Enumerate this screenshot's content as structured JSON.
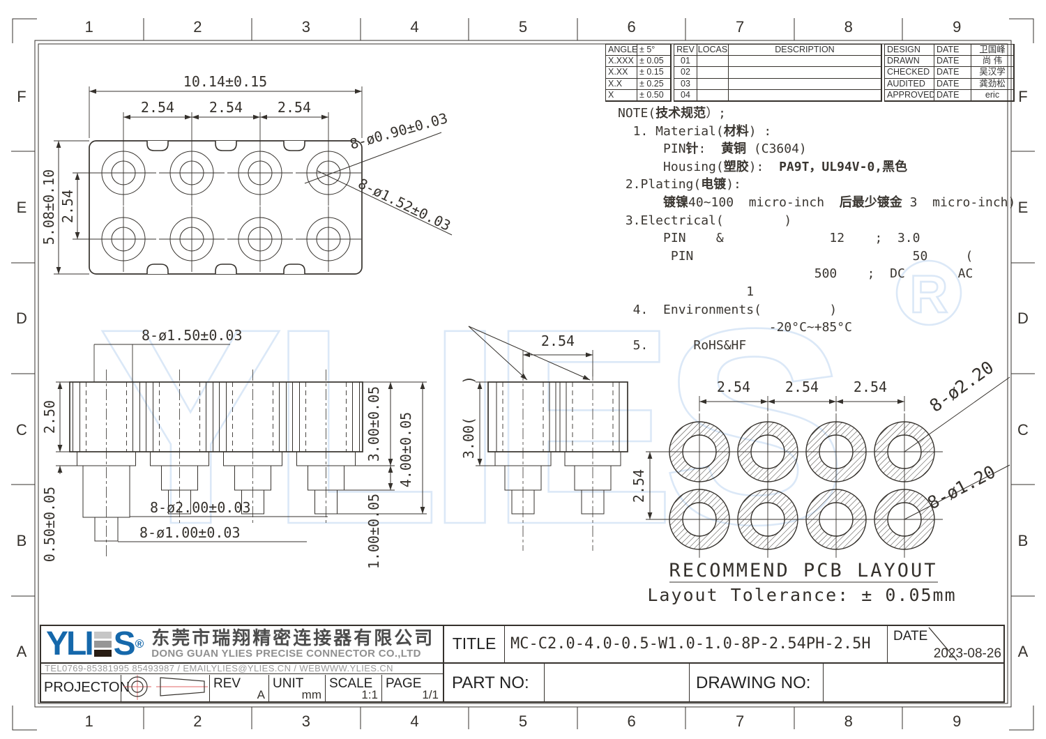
{
  "page": {
    "bg": "#ffffff",
    "line_color": "#35312c",
    "accent_blue": "#1568ab",
    "watermark_color": "#dbe8f7",
    "red_centerline": "#e06666"
  },
  "zones": {
    "cols": [
      "1",
      "2",
      "3",
      "4",
      "5",
      "6",
      "7",
      "8",
      "9"
    ],
    "rows": [
      "F",
      "E",
      "D",
      "C",
      "B",
      "A"
    ]
  },
  "watermark": {
    "text": "YLIES",
    "reg": "R"
  },
  "tol_table": {
    "left_rows": [
      [
        "ANGLE",
        "± 5°"
      ],
      [
        "X.XXX",
        "± 0.05"
      ],
      [
        "X.XX",
        "± 0.15"
      ],
      [
        "X.X",
        "± 0.25"
      ],
      [
        "X",
        "± 0.50"
      ]
    ],
    "mid_rows": [
      [
        "REV",
        "LOCAS",
        "DESCRIPTION"
      ],
      [
        "01",
        "",
        ""
      ],
      [
        "02",
        "",
        ""
      ],
      [
        "03",
        "",
        ""
      ],
      [
        "04",
        "",
        ""
      ]
    ],
    "right_rows": [
      [
        "DESIGN",
        "DATE",
        "卫国峰"
      ],
      [
        "DRAWN",
        "DATE",
        "尚 伟"
      ],
      [
        "CHECKED",
        "DATE",
        "吴汉学"
      ],
      [
        "AUDITED",
        "DATE",
        "龚劲松"
      ],
      [
        "APPROVED",
        "DATE",
        "eric"
      ]
    ]
  },
  "notes": {
    "lines": [
      [
        {
          "t": "NOTE(",
          "b": false
        },
        {
          "t": "技术规范",
          "b": true
        },
        {
          "t": "）;",
          "b": false
        }
      ],
      [
        {
          "t": "  1. Material(",
          "b": false
        },
        {
          "t": "材料",
          "b": true
        },
        {
          "t": ") :",
          "b": false
        }
      ],
      [
        {
          "t": "      PIN",
          "b": false
        },
        {
          "t": "针",
          "b": true
        },
        {
          "t": ":  ",
          "b": false
        },
        {
          "t": "黄铜",
          "b": true
        },
        {
          "t": " (C3604)",
          "b": false
        }
      ],
      [
        {
          "t": "      Housing(",
          "b": false
        },
        {
          "t": "塑胶",
          "b": true
        },
        {
          "t": "):  ",
          "b": false
        },
        {
          "t": "PA9T，UL94V-0,黑色",
          "b": true
        }
      ],
      [
        {
          "t": " 2.Plating(",
          "b": false
        },
        {
          "t": "电镀",
          "b": true
        },
        {
          "t": "):",
          "b": false
        }
      ],
      [
        {
          "t": "      ",
          "b": false
        },
        {
          "t": "镀镍",
          "b": true
        },
        {
          "t": "40~100  micro-inch  ",
          "b": false
        },
        {
          "t": "后最少镀金",
          "b": true
        },
        {
          "t": " 3  micro-inch)",
          "b": false
        }
      ],
      [
        {
          "t": " 3.Electrical(        )",
          "b": false
        }
      ],
      [
        {
          "t": "      PIN    &              12    ;  3.0",
          "b": false
        }
      ],
      [
        {
          "t": "       PIN                             50     (",
          "b": false
        }
      ],
      [
        {
          "t": "                          500    ;  DC       AC",
          "b": false
        }
      ],
      [
        {
          "t": "                 1",
          "b": false
        }
      ],
      [
        {
          "t": "  4.  Environments(         )",
          "b": false
        }
      ],
      [
        {
          "t": "                    -20°C~+85°C",
          "b": false
        }
      ],
      [
        {
          "t": "  5.      RoHS&HF",
          "b": false
        }
      ]
    ]
  },
  "top_view": {
    "overall_width": "10.14±0.15",
    "pitch1": "2.54",
    "pitch2": "2.54",
    "pitch3": "2.54",
    "overall_height": "5.08±0.10",
    "row_pitch": "2.54",
    "lead_small": "8-ø0.90±0.03",
    "lead_big": "8-ø1.52±0.03"
  },
  "front_view": {
    "hole": "8-ø1.50±0.03",
    "body_h": "2.50",
    "flange_h": "0.50±0.05",
    "dia2": "8-ø2.00±0.03",
    "dia1": "8-ø1.00±0.03",
    "h3": "3.00±0.05",
    "h4": "4.00±0.05",
    "h1": "1.00±0.05"
  },
  "side_view": {
    "pitch": "2.54",
    "h3": "3.00(",
    "bracket": ")"
  },
  "pcb": {
    "pitch1": "2.54",
    "pitch2": "2.54",
    "pitch3": "2.54",
    "row_pitch": "2.54",
    "lead_outer": "8-ø2.20",
    "lead_inner": "8-ø1.20",
    "title": "RECOMMEND PCB LAYOUT",
    "tolerance": "Layout Tolerance: ± 0.05mm"
  },
  "title_block": {
    "logo_prefix": "YLI",
    "logo_suffix": "S",
    "logo_reg": "®",
    "company_cn": "东莞市瑞翔精密连接器有限公司",
    "company_en": "DONG GUAN YLIES PRECISE CONNECTOR CO.,LTD",
    "contact": "TEL0769-85381995 85493987  /  EMAILYLIES@YLIES.CN  /  WEBWWW.YLIES.CN",
    "projection_label": "PROJECTON",
    "rev_label": "REV",
    "rev_value": "A",
    "unit_label": "UNIT",
    "unit_value": "mm",
    "scale_label": "SCALE",
    "scale_value": "1:1",
    "page_label": "PAGE",
    "page_value": "1/1",
    "title_label": "TITLE",
    "title_value": "MC-C2.0-4.0-0.5-W1.0-1.0-8P-2.54PH-2.5H",
    "date_label": "DATE",
    "date_value": "2023-08-26",
    "part_no_label": "PART NO:",
    "drawing_no_label": "DRAWING NO:"
  }
}
